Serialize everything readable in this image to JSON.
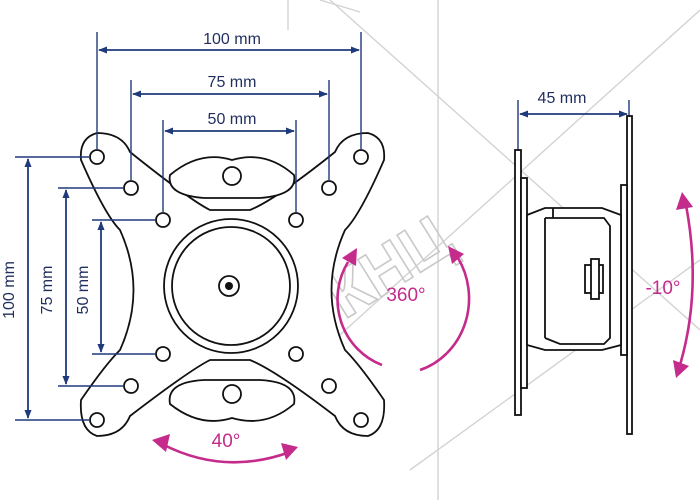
{
  "dimensions": {
    "width_100": "100 mm",
    "width_75": "75 mm",
    "width_50": "50 mm",
    "height_100": "100 mm",
    "height_75": "75 mm",
    "height_50": "50 mm",
    "depth_45": "45 mm"
  },
  "rotations": {
    "rotation": "360°",
    "swivel": "40°",
    "tilt": "-10°"
  },
  "watermark": {
    "text": "КНЦ"
  },
  "colors": {
    "dimension": "#1f3a7a",
    "rotation": "#c42b8b",
    "outline": "#111111",
    "watermark": "#c9c9c9"
  }
}
